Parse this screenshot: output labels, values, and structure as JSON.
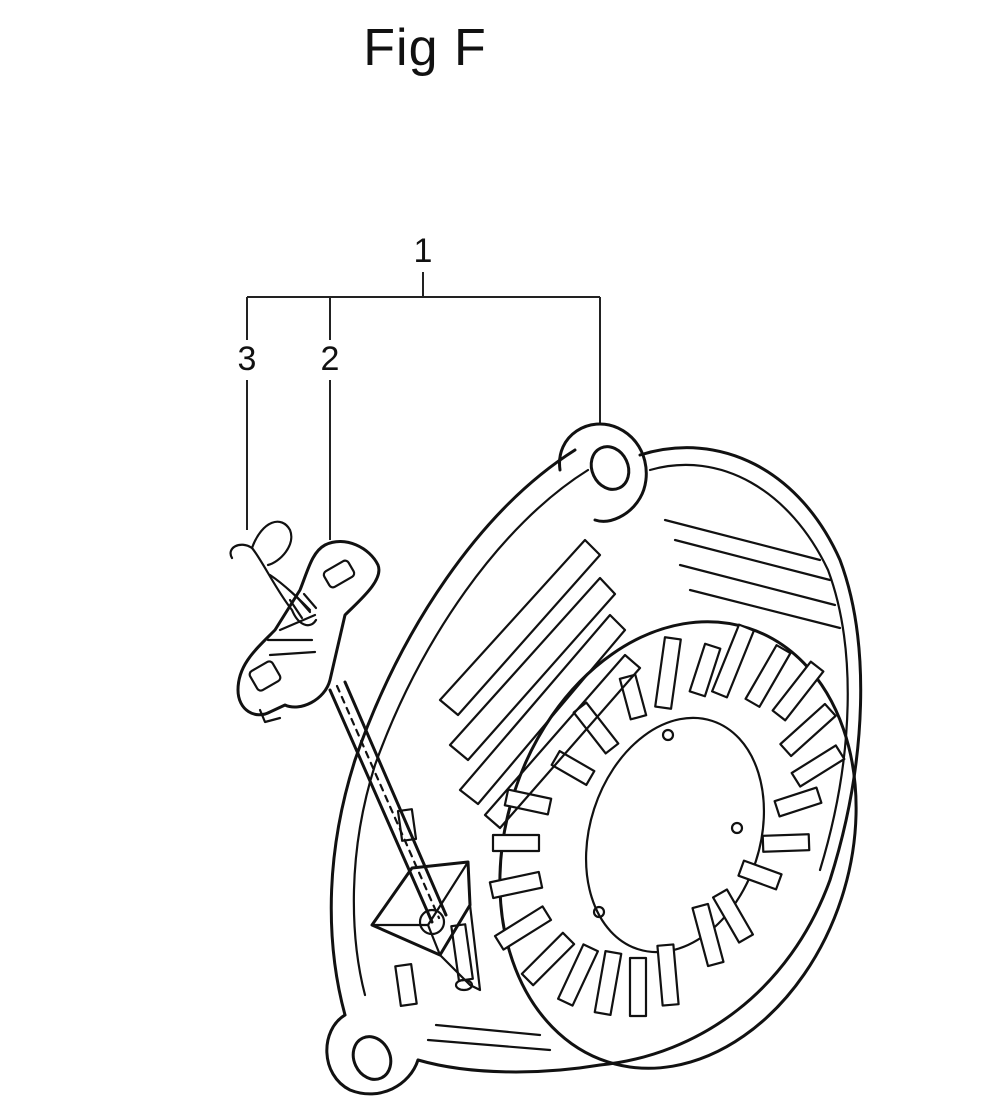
{
  "figure": {
    "title": "Fig F"
  },
  "callouts": [
    {
      "id": "1",
      "label": "1"
    },
    {
      "id": "2",
      "label": "2"
    },
    {
      "id": "3",
      "label": "3"
    }
  ],
  "colors": {
    "ink": "#111111",
    "paper": "#ffffff"
  }
}
